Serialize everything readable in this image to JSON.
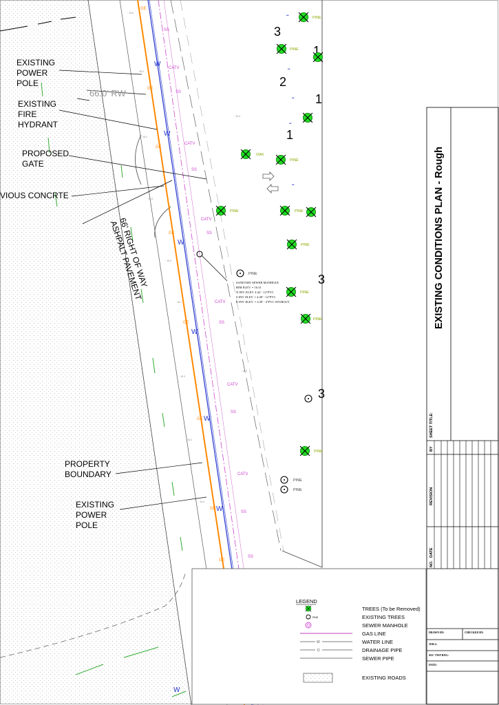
{
  "sheet_title": "EXISTING CONDITIONS PLAN - Rough",
  "callouts": {
    "power_pole_1": [
      "EXISTING",
      "POWER",
      "POLE"
    ],
    "fire_hydrant": [
      "EXISTING",
      "FIRE",
      "HYDRANT"
    ],
    "proposed_gate": [
      "PROPOSED",
      "GATE"
    ],
    "pervious_concrete": "VIOUS CONCRTE",
    "property_boundary": [
      "PROPERTY",
      "BOUNDARY"
    ],
    "power_pole_2": [
      "EXISTING",
      "POWER",
      "POLE"
    ]
  },
  "row_label": "66.0' RW",
  "right_of_way": [
    "66' RIGHT OF WAY",
    "ASHPALT PAVEMENT"
  ],
  "manhole_note": [
    "SANITARY SEWER MANHOLE",
    "RIM ELEV. = 16.31",
    "N INV. ELEV. 4.42' - 12\"PVC",
    "S INV. ELEV. = 4.49' - 12\"PVC",
    "E INV. ELEV. = 4.50' - 4\"PVC STUBOUT"
  ],
  "line_tags": {
    "water": "W",
    "gas": "GE",
    "sewer": "SS",
    "catv": "CATV"
  },
  "trees": {
    "pine": "PINE",
    "oak": "OAK"
  },
  "area_numbers": [
    "3",
    "1",
    "2",
    "1",
    "1",
    "3",
    "3"
  ],
  "legend": {
    "title": "LEGEND",
    "items": [
      "TREES (To be Removed)",
      "EXISTING TREES",
      "SEWER MANHOLE",
      "GAS LINE",
      "WATER LINE",
      "DRAINAGE PIPE",
      "SEWER PIPE",
      "EXISTING ROADS"
    ],
    "water_symbol": "W",
    "drainage_symbol": "D"
  },
  "title_block": {
    "sheet_title_label": "SHEET TITLE:",
    "by": "BY",
    "revision": "REVISION",
    "date": "DATE",
    "no": "NO.",
    "drawn_by": "DRAWN BY:",
    "checked_by": "CHECKED BY:",
    "job_no": "JOB #:",
    "sec_twp_rng": "SEC TWP RNG:",
    "date_label": "DATE:"
  },
  "colors": {
    "tree_green": "#22dd22",
    "gas_orange": "#ff8800",
    "water_blue": "#2233cc",
    "sewer_magenta": "#cc44cc",
    "road_green": "#33aa33"
  }
}
